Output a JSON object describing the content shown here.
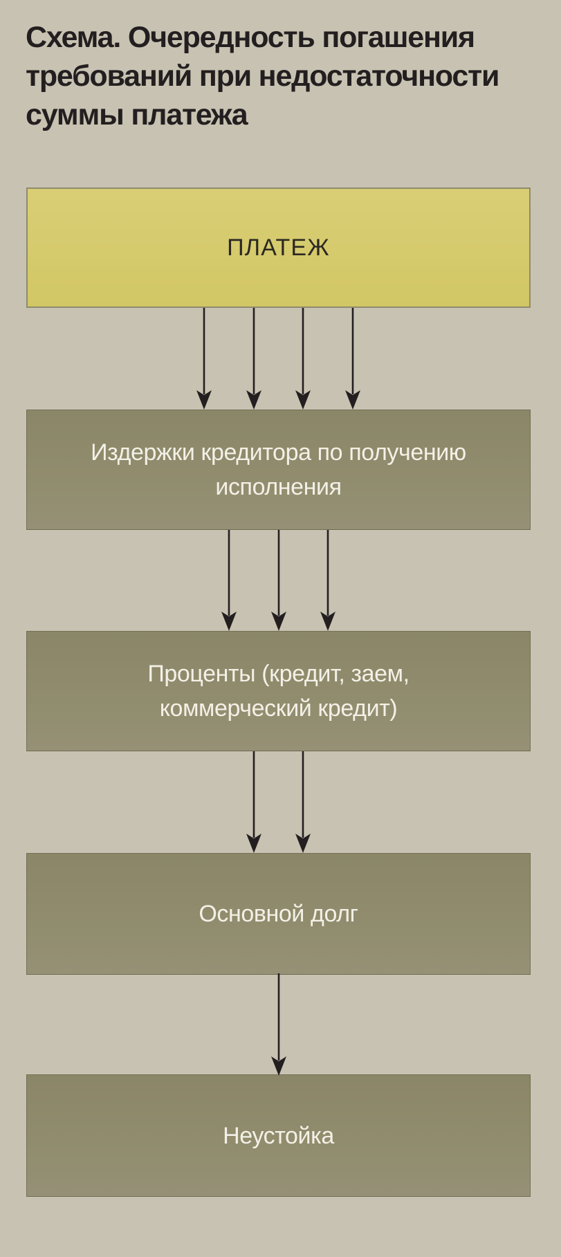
{
  "page": {
    "title_lines": [
      "Схема. Очередность погашения",
      "требований при недостаточности",
      "суммы платежа"
    ]
  },
  "flow": {
    "nodes": [
      {
        "id": "payment",
        "order": 0,
        "label_lines": [
          "ПЛАТЕЖ"
        ]
      },
      {
        "id": "costs",
        "order": 1,
        "label_lines": [
          "Издержки кредитора по получению",
          "исполнения"
        ]
      },
      {
        "id": "interest",
        "order": 2,
        "label_lines": [
          "Проценты (кредит, заем,",
          "коммерческий кредит)"
        ]
      },
      {
        "id": "principal",
        "order": 3,
        "label_lines": [
          "Основной долг"
        ]
      },
      {
        "id": "penalty",
        "order": 4,
        "label_lines": [
          "Неустойка"
        ]
      }
    ],
    "arrow_counts_between": [
      4,
      3,
      2,
      1
    ]
  },
  "colors": {
    "bg": "#c8c2b2",
    "title_text": "#231f20",
    "payment_box": "#d2c765",
    "payment_box_light": "#d9ce75",
    "payment_border": "#8e8b6c",
    "payment_text": "#2b2823",
    "queue_box": "#908c6d",
    "box_text": "#f3f0e7",
    "arrow": "#231f20"
  }
}
